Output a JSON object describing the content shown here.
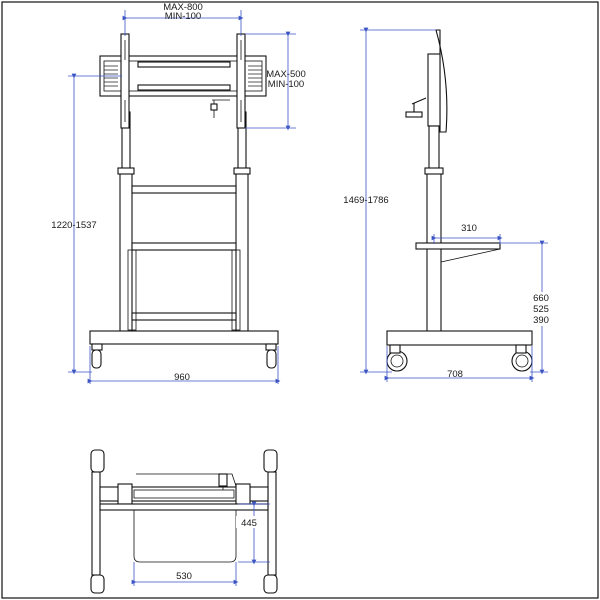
{
  "dimensions": {
    "mount_width_max": "MAX-800",
    "mount_width_min": "MIN-100",
    "mount_height_max": "MAX-500",
    "mount_height_min": "MIN-100",
    "front_height_range": "1220-1537",
    "base_width": "960",
    "side_height_range": "1469-1786",
    "shelf_depth": "310",
    "shelf_height_high": "660",
    "shelf_height_mid": "525",
    "shelf_height_low": "390",
    "base_depth": "708",
    "top_shelf_depth": "445",
    "top_shelf_width": "530"
  },
  "colors": {
    "line": "#111111",
    "dimension_line": "#3b54c4",
    "background": "#ffffff"
  }
}
